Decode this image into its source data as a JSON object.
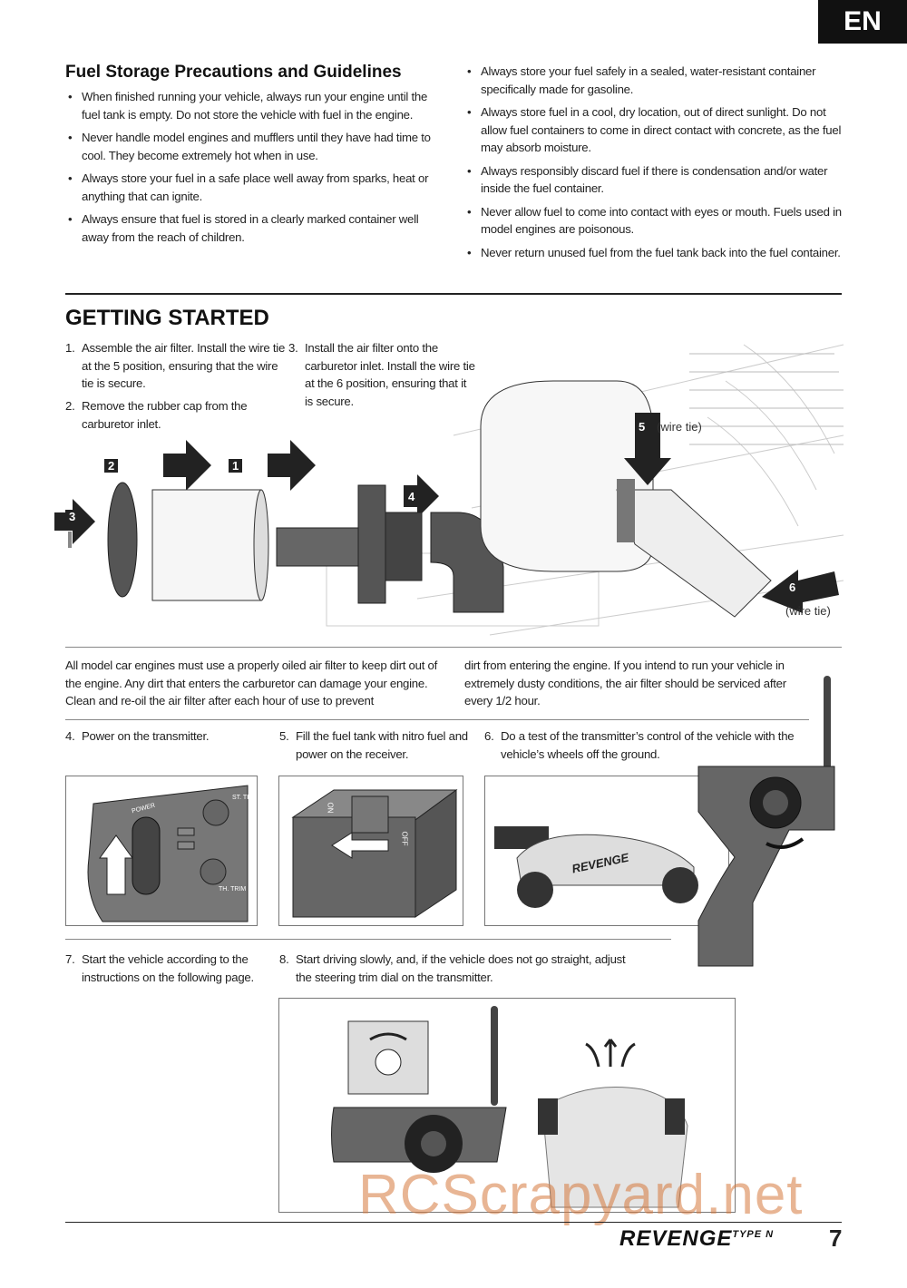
{
  "lang_badge": "EN",
  "fuel_storage": {
    "title": "Fuel Storage Precautions and Guidelines",
    "left_items": [
      "When finished running your vehicle, always run your engine until the fuel tank is empty. Do not store the vehicle with fuel in the engine.",
      "Never handle model engines and mufflers until they have had time to cool. They become extremely hot when in use.",
      "Always store your fuel in a safe place well away from sparks, heat or anything that can ignite.",
      "Always ensure that fuel is stored in a clearly marked container well away from the reach of children."
    ],
    "right_items": [
      "Always store your fuel safely in a sealed, water-resistant container specifically made for gasoline.",
      "Always store fuel in a cool, dry location, out of direct sunlight. Do not allow fuel containers to come in direct contact with concrete, as the fuel may absorb moisture.",
      "Always responsibly discard fuel if there is condensation and/or water inside the fuel container.",
      "Never allow fuel to come into contact with eyes or mouth. Fuels used in model engines are poisonous.",
      "Never return unused fuel from the fuel tank back into the fuel container."
    ]
  },
  "getting_started": {
    "title": "GETTING STARTED",
    "steps": [
      {
        "num": "1.",
        "text": "Assemble the air filter. Install the wire tie at the 5 position, ensuring that the wire tie is secure."
      },
      {
        "num": "2.",
        "text": "Remove the rubber cap from the carburetor inlet."
      },
      {
        "num": "3.",
        "text": "Install the air filter onto the carburetor inlet. Install the wire tie at the 6 position, ensuring that it is secure."
      },
      {
        "num": "4.",
        "text": "Power on the transmitter."
      },
      {
        "num": "5.",
        "text": "Fill the fuel tank with nitro fuel and power on the receiver."
      },
      {
        "num": "6.",
        "text": "Do a test of the transmitter’s control of the vehicle with the vehicle’s wheels off the ground."
      },
      {
        "num": "7.",
        "text": "Start the vehicle according to the instructions on the following page."
      },
      {
        "num": "8.",
        "text": "Start driving slowly, and, if the vehicle does not go straight, adjust the steering trim dial on the transmitter."
      }
    ],
    "callouts": {
      "c1": "1",
      "c2": "2",
      "c3": "3",
      "c4": "4",
      "c5": "5",
      "c6": "6",
      "wire_tie_5": "(wire tie)",
      "wire_tie_6": "(wire tie)"
    },
    "air_filter_note_left": "All model car engines must use a properly oiled air filter to keep dirt out of the engine. Any dirt that enters the carburetor can damage your engine. Clean and re-oil the air filter after each hour of use to prevent",
    "air_filter_note_right": "dirt from entering the engine. If you intend to run your vehicle in extremely dusty conditions, the air filter should be serviced after every 1/2 hour.",
    "transmitter_labels": {
      "power": "POWER",
      "st_trim": "ST. TR",
      "th_trim": "TH. TRIM"
    },
    "receiver_labels": {
      "on": "ON",
      "off": "OFF"
    },
    "car_decal": "REVENGE"
  },
  "footer": {
    "logo": "REVENGE",
    "logo_sup": "TYPE N",
    "page_number": "7"
  },
  "watermark": "RCScrapyard.net"
}
